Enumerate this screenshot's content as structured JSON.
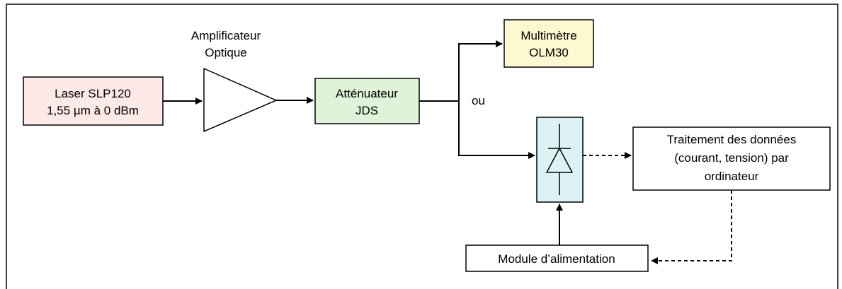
{
  "laser": {
    "line1": "Laser SLP120",
    "line2": "1,55 µm à 0 dBm",
    "fill": "#fde9e7"
  },
  "amplifier": {
    "line1": "Amplificateur",
    "line2": "Optique"
  },
  "attenuator": {
    "line1": "Atténuateur",
    "line2": "JDS",
    "fill": "#dff3d9"
  },
  "multimeter": {
    "line1": "Multimètre",
    "line2": "OLM30",
    "fill": "#fdf8cf"
  },
  "branch_label": "ou",
  "photodiode": {
    "fill": "#dcf3f4"
  },
  "processing": {
    "line1": "Traitement des données",
    "line2": "(courant, tension) par",
    "line3": "ordinateur"
  },
  "power_module": {
    "label": "Module d’alimentation"
  }
}
